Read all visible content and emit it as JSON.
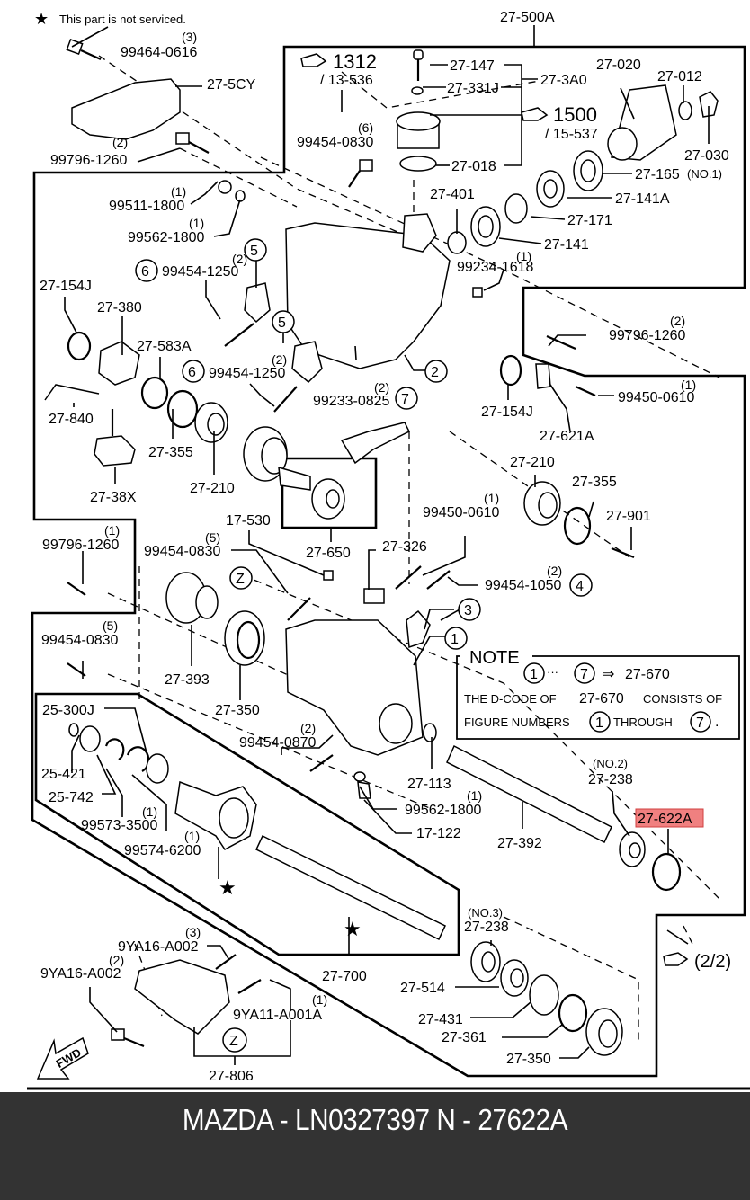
{
  "legend": {
    "star_note": "This part is not serviced.",
    "star_icon": "★"
  },
  "references": [
    {
      "id": "ref-1312",
      "main": "1312",
      "sub": "/ 13-536"
    },
    {
      "id": "ref-1500",
      "main": "1500",
      "sub": "/ 15-537"
    },
    {
      "id": "ref-2of2",
      "main": "(2/2)"
    }
  ],
  "labels": [
    {
      "id": "l1",
      "text": "99464-0616",
      "qty": "(3)"
    },
    {
      "id": "l2",
      "text": "27-5CY"
    },
    {
      "id": "l3",
      "text": "99796-1260",
      "qty": "(2)"
    },
    {
      "id": "l4",
      "text": "27-500A"
    },
    {
      "id": "l5",
      "text": "27-147"
    },
    {
      "id": "l6",
      "text": "27-331J"
    },
    {
      "id": "l7",
      "text": "27-3A0"
    },
    {
      "id": "l8",
      "text": "27-020"
    },
    {
      "id": "l9",
      "text": "27-012"
    },
    {
      "id": "l10",
      "text": "27-030"
    },
    {
      "id": "l11",
      "text": "27-018"
    },
    {
      "id": "l12",
      "text": "27-165",
      "suffix": "(NO.1)"
    },
    {
      "id": "l13",
      "text": "27-141A"
    },
    {
      "id": "l14",
      "text": "27-401"
    },
    {
      "id": "l15",
      "text": "27-171"
    },
    {
      "id": "l16",
      "text": "27-141"
    },
    {
      "id": "l17",
      "text": "99234-1618",
      "qty": "(1)"
    },
    {
      "id": "l18",
      "text": "99454-0830",
      "qty": "(6)"
    },
    {
      "id": "l19",
      "text": "99511-1800",
      "qty": "(1)"
    },
    {
      "id": "l20",
      "text": "99562-1800",
      "qty": "(1)"
    },
    {
      "id": "l21",
      "text": "99454-1250",
      "qty": "(2)",
      "fig": "6"
    },
    {
      "id": "l22",
      "text": "27-154J"
    },
    {
      "id": "l23",
      "text": "27-380"
    },
    {
      "id": "l24",
      "text": "27-583A"
    },
    {
      "id": "l25",
      "text": "99454-1250",
      "qty": "(2)",
      "fig": "6"
    },
    {
      "id": "l26",
      "text": "99233-0825",
      "qty": "(2)",
      "fig": "7"
    },
    {
      "id": "l27",
      "text": "27-840"
    },
    {
      "id": "l28",
      "text": "27-355"
    },
    {
      "id": "l29",
      "text": "27-210"
    },
    {
      "id": "l30",
      "text": "27-38X"
    },
    {
      "id": "l31",
      "text": "99796-1260",
      "qty": "(2)"
    },
    {
      "id": "l32",
      "text": "27-154J"
    },
    {
      "id": "l33",
      "text": "99450-0610",
      "qty": "(1)"
    },
    {
      "id": "l34",
      "text": "27-621A"
    },
    {
      "id": "l35",
      "text": "27-210"
    },
    {
      "id": "l36",
      "text": "27-355"
    },
    {
      "id": "l37",
      "text": "27-901"
    },
    {
      "id": "l38",
      "text": "99796-1260",
      "qty": "(1)"
    },
    {
      "id": "l39",
      "text": "99454-0830",
      "qty": "(5)"
    },
    {
      "id": "l40",
      "text": "17-530"
    },
    {
      "id": "l41",
      "text": "27-650"
    },
    {
      "id": "l42",
      "text": "27-326"
    },
    {
      "id": "l43",
      "text": "99450-0610",
      "qty": "(1)"
    },
    {
      "id": "l44",
      "text": "99454-1050",
      "qty": "(2)",
      "fig": "4"
    },
    {
      "id": "l45",
      "text": "99454-0830",
      "qty": "(5)"
    },
    {
      "id": "l46",
      "text": "27-393"
    },
    {
      "id": "l47",
      "text": "27-350"
    },
    {
      "id": "l48",
      "text": "25-300J"
    },
    {
      "id": "l49",
      "text": "25-421"
    },
    {
      "id": "l50",
      "text": "25-742"
    },
    {
      "id": "l51",
      "text": "99573-3500",
      "qty": "(1)"
    },
    {
      "id": "l52",
      "text": "99574-6200",
      "qty": "(1)"
    },
    {
      "id": "l53",
      "text": "99454-0870",
      "qty": "(2)"
    },
    {
      "id": "l54",
      "text": "27-113"
    },
    {
      "id": "l55",
      "text": "99562-1800",
      "qty": "(1)"
    },
    {
      "id": "l56",
      "text": "17-122"
    },
    {
      "id": "l57",
      "text": "27-392"
    },
    {
      "id": "l58",
      "text": "27-238",
      "qty": "(NO.2)"
    },
    {
      "id": "l59",
      "text": "27-622A",
      "highlight": true
    },
    {
      "id": "l60",
      "text": "27-700"
    },
    {
      "id": "l61",
      "text": "27-238",
      "qty": "(NO.3)"
    },
    {
      "id": "l62",
      "text": "27-514"
    },
    {
      "id": "l63",
      "text": "27-431"
    },
    {
      "id": "l64",
      "text": "27-361"
    },
    {
      "id": "l65",
      "text": "27-350"
    },
    {
      "id": "l66",
      "text": "9YA16-A002",
      "qty": "(3)"
    },
    {
      "id": "l67",
      "text": "9YA16-A002",
      "qty": "(2)"
    },
    {
      "id": "l68",
      "text": "9YA11-A001A",
      "qty": "(1)"
    },
    {
      "id": "l69",
      "text": "27-806"
    }
  ],
  "figure_markers": {
    "f1": "1",
    "f2": "2",
    "f3": "3",
    "f5a": "5",
    "f5b": "5",
    "z1": "Z",
    "z2": "Z"
  },
  "note": {
    "title": "NOTE",
    "range_from": "1",
    "range_to": "7",
    "arrow": "⇒",
    "target": "27-670",
    "line2_prefix": "THE D-CODE OF",
    "line2_code": "27-670",
    "line2_suffix": "CONSISTS OF",
    "line3_prefix": "FIGURE NUMBERS",
    "line3_from": "1",
    "line3_mid": "THROUGH",
    "line3_to": "7",
    "line3_end": "."
  },
  "fwd_label": "FWD",
  "colors": {
    "highlight": "#f08080",
    "footer_bg": "#333333",
    "footer_text": "#ffffff"
  },
  "footer": {
    "text": "MAZDA - LN0327397   N - 27622A"
  }
}
